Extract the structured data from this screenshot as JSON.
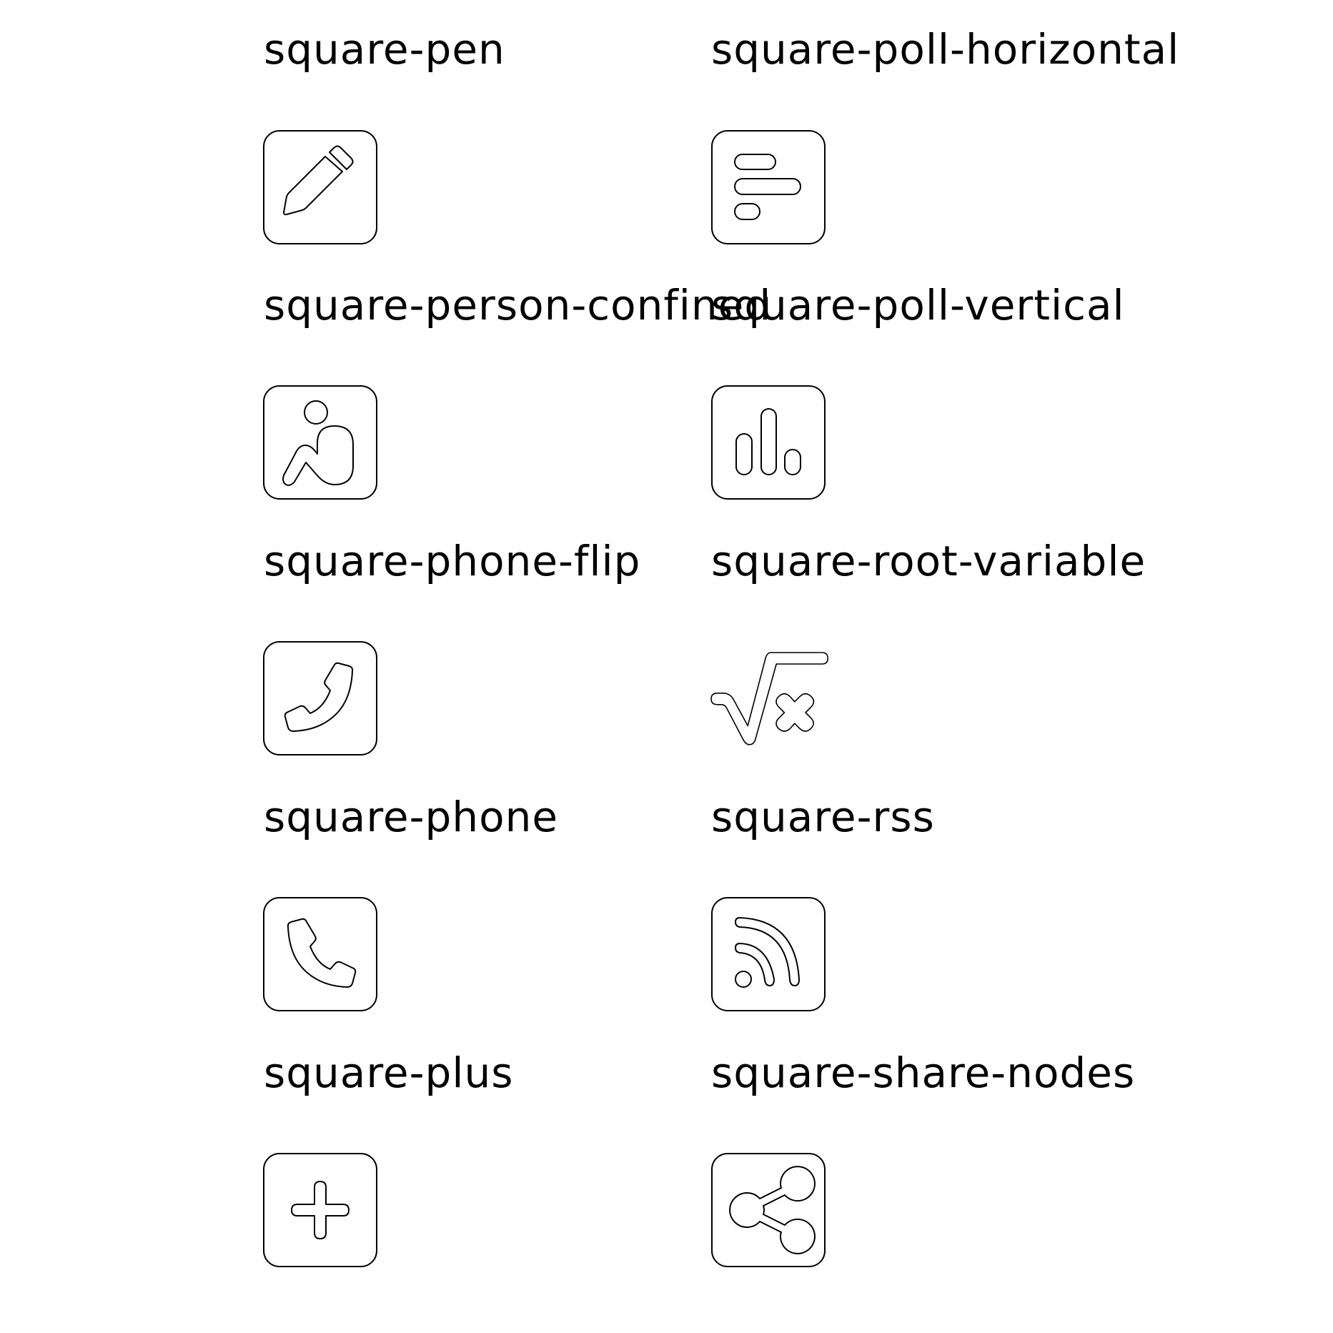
{
  "icons": [
    {
      "name": "square-pen",
      "icon": "square-pen-icon"
    },
    {
      "name": "square-poll-horizontal",
      "icon": "square-poll-horizontal-icon"
    },
    {
      "name": "square-person-confined",
      "icon": "square-person-confined-icon"
    },
    {
      "name": "square-poll-vertical",
      "icon": "square-poll-vertical-icon"
    },
    {
      "name": "square-phone-flip",
      "icon": "square-phone-flip-icon"
    },
    {
      "name": "square-root-variable",
      "icon": "square-root-variable-icon"
    },
    {
      "name": "square-phone",
      "icon": "square-phone-icon"
    },
    {
      "name": "square-rss",
      "icon": "square-rss-icon"
    },
    {
      "name": "square-plus",
      "icon": "square-plus-icon"
    },
    {
      "name": "square-share-nodes",
      "icon": "square-share-nodes-icon"
    }
  ],
  "colors": {
    "background": "#ffffff",
    "stroke": "#000000"
  }
}
